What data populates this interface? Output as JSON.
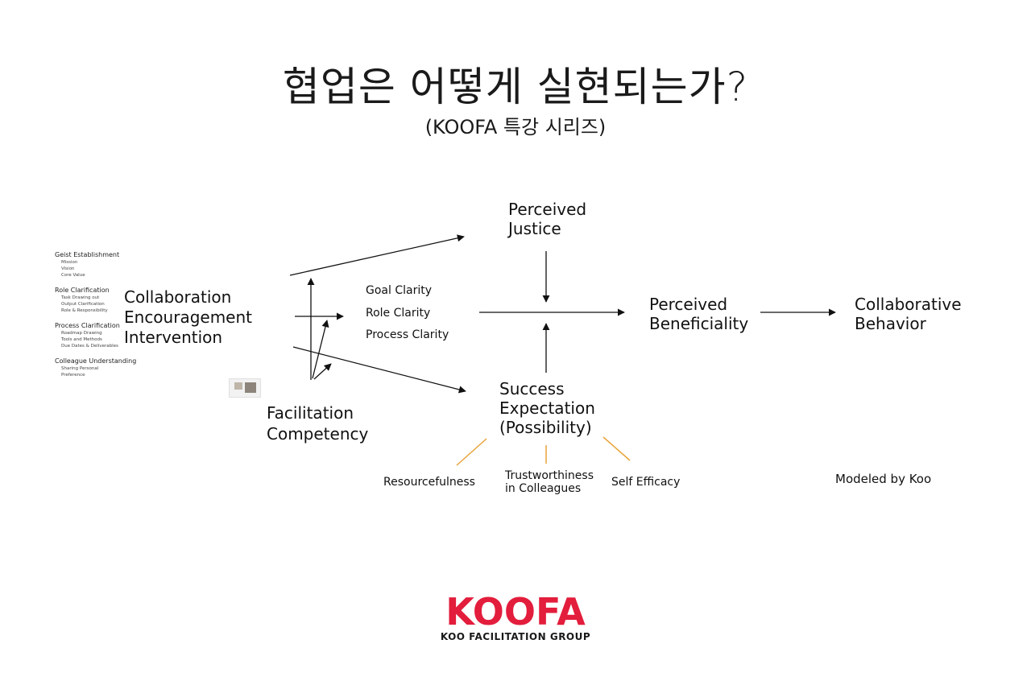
{
  "header": {
    "title": "협업은 어떻게 실현되는가?",
    "subtitle": "(KOOFA 특강 시리즈)"
  },
  "sidebar": {
    "groups": [
      {
        "heading": "Geist Establishment",
        "items": [
          "Mission",
          "Vision",
          "Core Value"
        ]
      },
      {
        "heading": "Role Clarification",
        "items": [
          "Task Drawing out",
          "Output Clarification",
          "Role & Responsibility"
        ]
      },
      {
        "heading": "Process Clarification",
        "items": [
          "Roadmap Drawing",
          "Tools and Methods",
          "Due Dates & Deliverables"
        ]
      },
      {
        "heading": "Colleague Understanding",
        "items": [
          "Sharing Personal",
          "Preference"
        ]
      }
    ]
  },
  "diagram": {
    "intervention": [
      "Collaboration",
      "Encouragement",
      "Intervention"
    ],
    "competency": [
      "Facilitation",
      "Competency"
    ],
    "clarity": [
      "Goal Clarity",
      "Role Clarity",
      "Process Clarity"
    ],
    "justice": [
      "Perceived",
      "Justice"
    ],
    "success": [
      "Success",
      "Expectation",
      "(Possibility)"
    ],
    "beneficiality": [
      "Perceived",
      "Beneficiality"
    ],
    "behavior": [
      "Collaborative",
      "Behavior"
    ],
    "factors": [
      "Resourcefulness",
      "Trustworthiness",
      "in Colleagues",
      "Self Efficacy"
    ],
    "credit": "Modeled by Koo",
    "colors": {
      "arrow": "#111111",
      "factor_line": "#e8a33a"
    }
  },
  "footer": {
    "logo_text": "KOOFA",
    "logo_subtitle": "KOO FACILITATION GROUP",
    "brand_color": "#e31d3c"
  }
}
